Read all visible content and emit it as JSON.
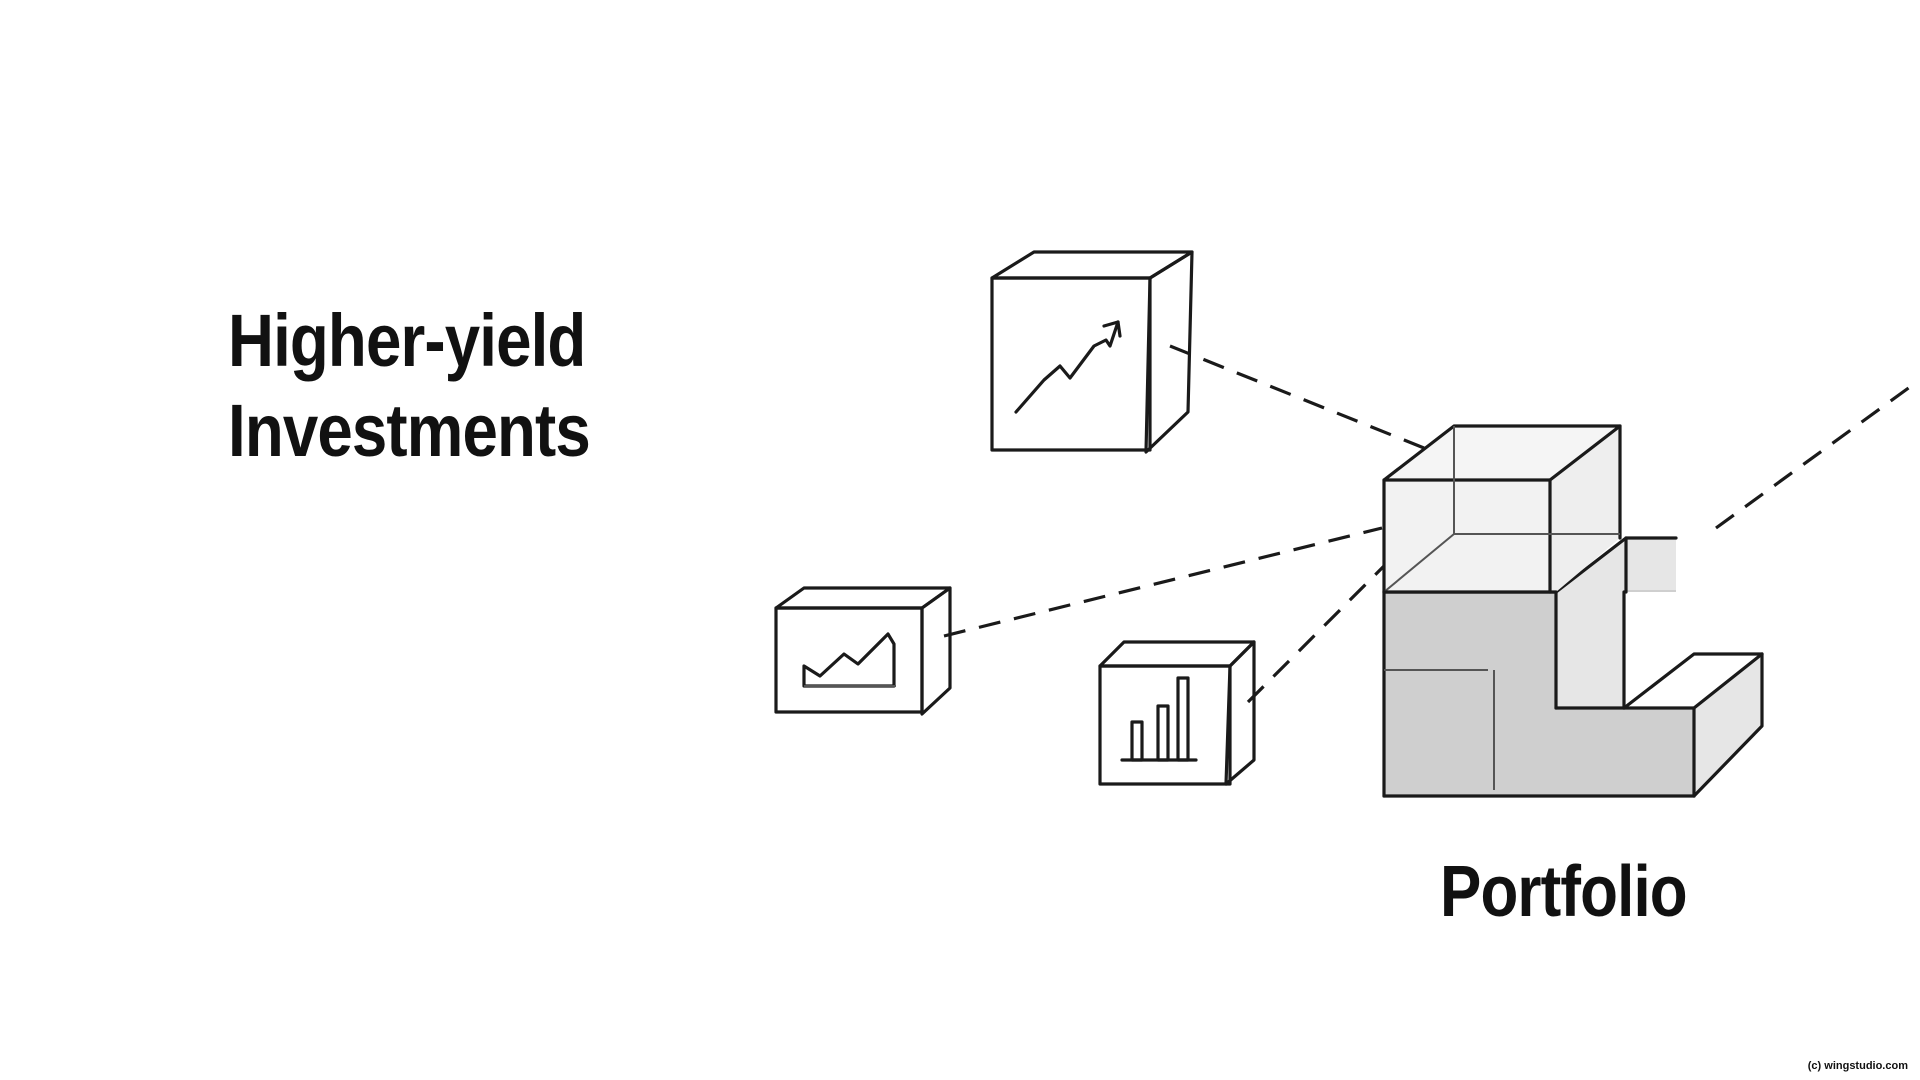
{
  "labels": {
    "investments_line1": "Higher-yield",
    "investments_line2": "Investments",
    "portfolio": "Portfolio",
    "credit": "(c) wingstudio.com"
  },
  "icons": {
    "cube_top": "trend-arrow-up-icon",
    "cube_left": "area-chart-icon",
    "cube_middle": "bar-chart-icon",
    "portfolio": "stepped-blocks-icon"
  },
  "colors": {
    "ink": "#1a1a1a",
    "shade": "#cfcfcf",
    "light_shade": "#e6e6e6",
    "background": "#ffffff"
  }
}
